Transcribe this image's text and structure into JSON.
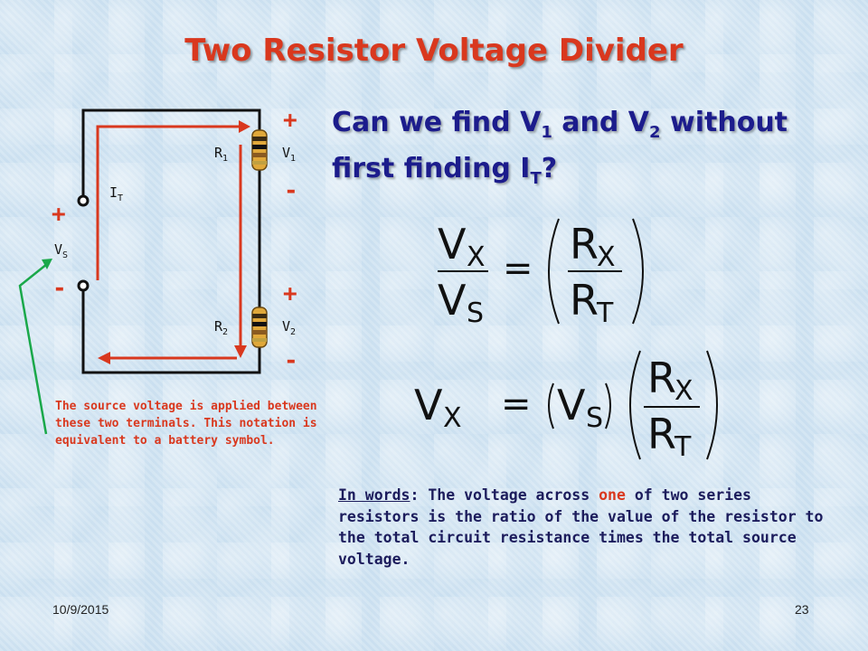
{
  "title": "Two Resistor Voltage Divider",
  "question": {
    "part1": "Can we find V",
    "sub1": "1",
    "part2": " and V",
    "sub2": "2",
    "part3": " without first finding I",
    "sub3": "T",
    "part4": "?"
  },
  "circuit": {
    "r1": "R",
    "r1_sub": "1",
    "r2": "R",
    "r2_sub": "2",
    "v1": "V",
    "v1_sub": "1",
    "v2": "V",
    "v2_sub": "2",
    "vs": "V",
    "vs_sub": "S",
    "it": "I",
    "it_sub": "T",
    "plus": "+",
    "minus": "-"
  },
  "formula1": {
    "num_left": "V",
    "num_left_sub": "X",
    "den_left": "V",
    "den_left_sub": "S",
    "eq": "=",
    "num_right": "R",
    "num_right_sub": "X",
    "den_right": "R",
    "den_right_sub": "T"
  },
  "formula2": {
    "left": "V",
    "left_sub": "X",
    "eq": "=",
    "vs": "V",
    "vs_sub": "S",
    "num": "R",
    "num_sub": "X",
    "den": "R",
    "den_sub": "T"
  },
  "note": "The source voltage is applied between these two terminals. This notation is equivalent to a battery symbol.",
  "words": {
    "heading": "In words",
    "colon": ":  The voltage across ",
    "emphasis": "one",
    "rest": " of two series resistors is the ratio of the value of the resistor to the total circuit resistance times the total source voltage."
  },
  "footer": {
    "date": "10/9/2015",
    "page": "23"
  },
  "colors": {
    "title": "#d9381e",
    "question": "#1c1c8c",
    "arrow": "#d9381e",
    "pointer": "#1aa84a",
    "wire": "#111111"
  }
}
